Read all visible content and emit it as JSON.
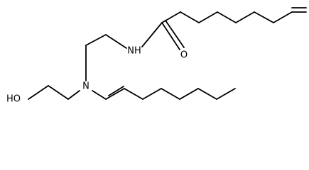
{
  "molecule": {
    "atoms": {
      "hydroxyl": "HO",
      "amide_nitrogen": "NH",
      "carbonyl_oxygen": "O",
      "amine_nitrogen": "N"
    }
  },
  "colors": {
    "bond": "#000000",
    "background": "#ffffff"
  }
}
